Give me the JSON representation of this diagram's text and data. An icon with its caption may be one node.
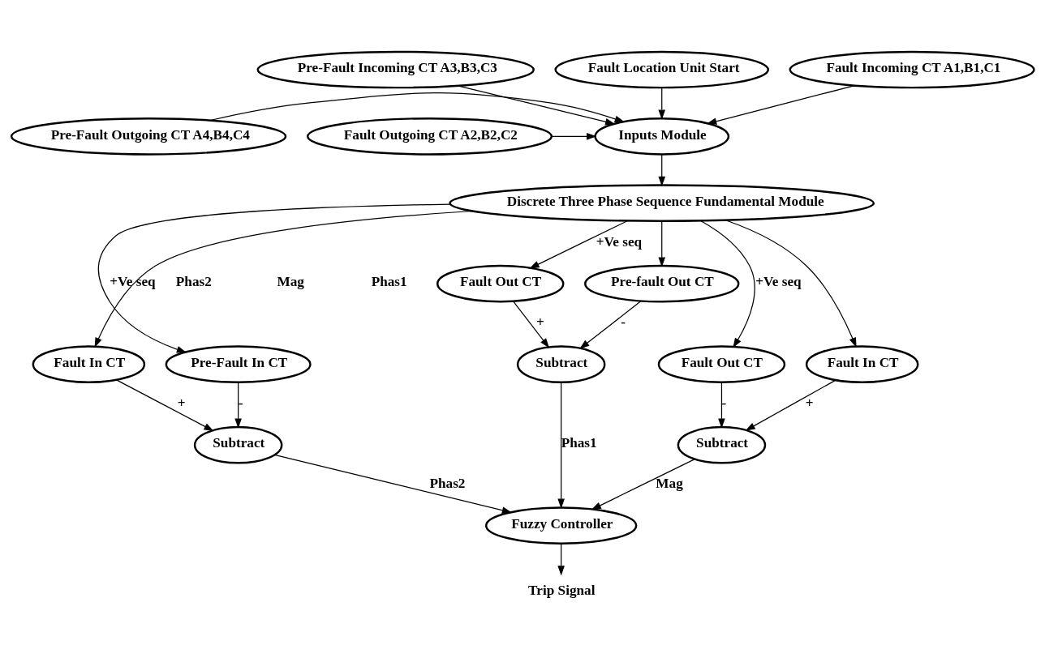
{
  "diagram": {
    "nodes": [
      {
        "text": [
          "Pre-Fault Incoming CT A3,B3,C3"
        ]
      },
      {
        "text": [
          "Fault Location Unit Start"
        ]
      },
      {
        "text": [
          "Fault Incoming CT A1,B1,C1"
        ]
      },
      {
        "text": [
          "Inputs Module"
        ]
      },
      {
        "text": [
          "Pre-Fault Outgoing CT A4,B4,C4"
        ]
      },
      {
        "text": [
          "Fault Outgoing CT A2,B2,C2"
        ]
      },
      {
        "text": [
          "Discrete Three Phase Sequence Fundamental Module"
        ]
      },
      {
        "text": [
          "Pre-Fault In CT"
        ]
      },
      {
        "text": [
          "Fault In CT"
        ]
      },
      {
        "text": [
          "Fault Out CT"
        ]
      },
      {
        "text": [
          "Pre-fault Out CT"
        ]
      },
      {
        "text": [
          "Fault Out CT"
        ]
      },
      {
        "text": [
          "Fault In CT"
        ]
      },
      {
        "text": [
          "Subtract"
        ]
      },
      {
        "text": [
          "Subtract"
        ]
      },
      {
        "text": [
          "Subtract"
        ]
      },
      {
        "text": [
          "Fuzzy Controller"
        ]
      },
      {
        "text": [
          "Trip Signal"
        ]
      }
    ],
    "edges": [
      {
        "from": 0,
        "to": 3,
        "arrow": "to"
      },
      {
        "from": 1,
        "to": 3,
        "arrow": "to"
      },
      {
        "from": 2,
        "to": 3,
        "arrow": "to"
      },
      {
        "from": 4,
        "to": 3,
        "arrow": "to"
      },
      {
        "from": 5,
        "to": 3,
        "arrow": "to"
      },
      {
        "from": 3,
        "to": 6,
        "arrow": "to"
      },
      {
        "from": 6,
        "to": 7,
        "arrow": "to",
        "label": "+Ve seq"
      },
      {
        "from": 6,
        "to": 8,
        "arrow": "to"
      },
      {
        "from": 6,
        "to": 9,
        "arrow": "to",
        "label": "+Ve seq"
      },
      {
        "from": 6,
        "to": 10,
        "arrow": "to"
      },
      {
        "from": 6,
        "to": 11,
        "arrow": "to",
        "label": "+Ve seq"
      },
      {
        "from": 6,
        "to": 12,
        "arrow": "to"
      },
      {
        "from": 7,
        "to": 13,
        "arrow": "to",
        "label": "-"
      },
      {
        "from": 8,
        "to": 13,
        "arrow": "to",
        "label": "+"
      },
      {
        "from": 9,
        "to": 14,
        "arrow": "to",
        "label": "+"
      },
      {
        "from": 10,
        "to": 14,
        "arrow": "to",
        "label": "-"
      },
      {
        "from": 11,
        "to": 15,
        "arrow": "to",
        "label": "-"
      },
      {
        "from": 12,
        "to": 15,
        "arrow": "to",
        "label": "+"
      },
      {
        "from": 13,
        "to": 16,
        "arrow": "to",
        "label": "Phas2"
      },
      {
        "from": 14,
        "to": 16,
        "arrow": "to",
        "label": "Phas1"
      },
      {
        "from": 15,
        "to": 16,
        "arrow": "to",
        "label": "Mag"
      },
      {
        "from": 16,
        "to": 17,
        "arrow": "to"
      }
    ],
    "labels": [
      "Phas2",
      "Mag",
      "Phas1"
    ]
  }
}
